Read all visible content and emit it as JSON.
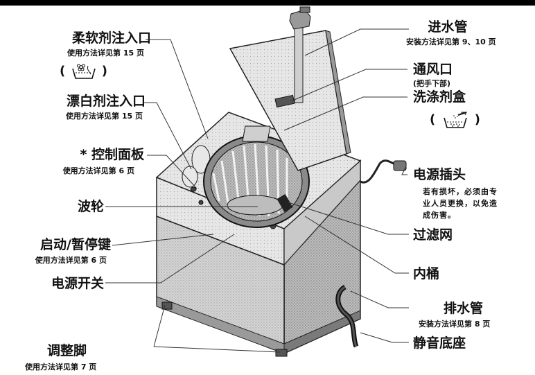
{
  "labels": {
    "softener": {
      "title": "柔软剂注入口",
      "note": "使用方法详见第 15 页"
    },
    "bleach": {
      "title": "漂白剂注入口",
      "note": "使用方法详见第 15 页"
    },
    "control_panel": {
      "title": "* 控制面板",
      "note": "使用方法详见第 6 页"
    },
    "pulsator": {
      "title": "波轮"
    },
    "start_pause": {
      "title": "启动/暂停键",
      "note": "使用方法详见第 6 页"
    },
    "power_switch": {
      "title": "电源开关"
    },
    "feet": {
      "title": "调整脚",
      "note": "使用方法详见第 7 页"
    },
    "inlet_hose": {
      "title": "进水管",
      "note": "安装方法详见第 9、10 页"
    },
    "vent": {
      "title": "通风口",
      "note": "(把手下部)"
    },
    "detergent_box": {
      "title": "洗涤剂盒"
    },
    "power_plug": {
      "title": "电源插头",
      "note1": "若有损坏，必须由专",
      "note2": "业人员更换，以免造",
      "note3": "成伤害。"
    },
    "lint_filter": {
      "title": "过滤网"
    },
    "inner_tub": {
      "title": "内桶"
    },
    "drain_hose": {
      "title": "排水管",
      "note": "安装方法详见第 8 页"
    },
    "silent_base": {
      "title": "静音底座"
    }
  },
  "icons": {
    "paren_open": "(",
    "paren_close": ")",
    "softener_icon": "softener-basin-flower",
    "detergent_icon": "detergent-basin-powder"
  }
}
